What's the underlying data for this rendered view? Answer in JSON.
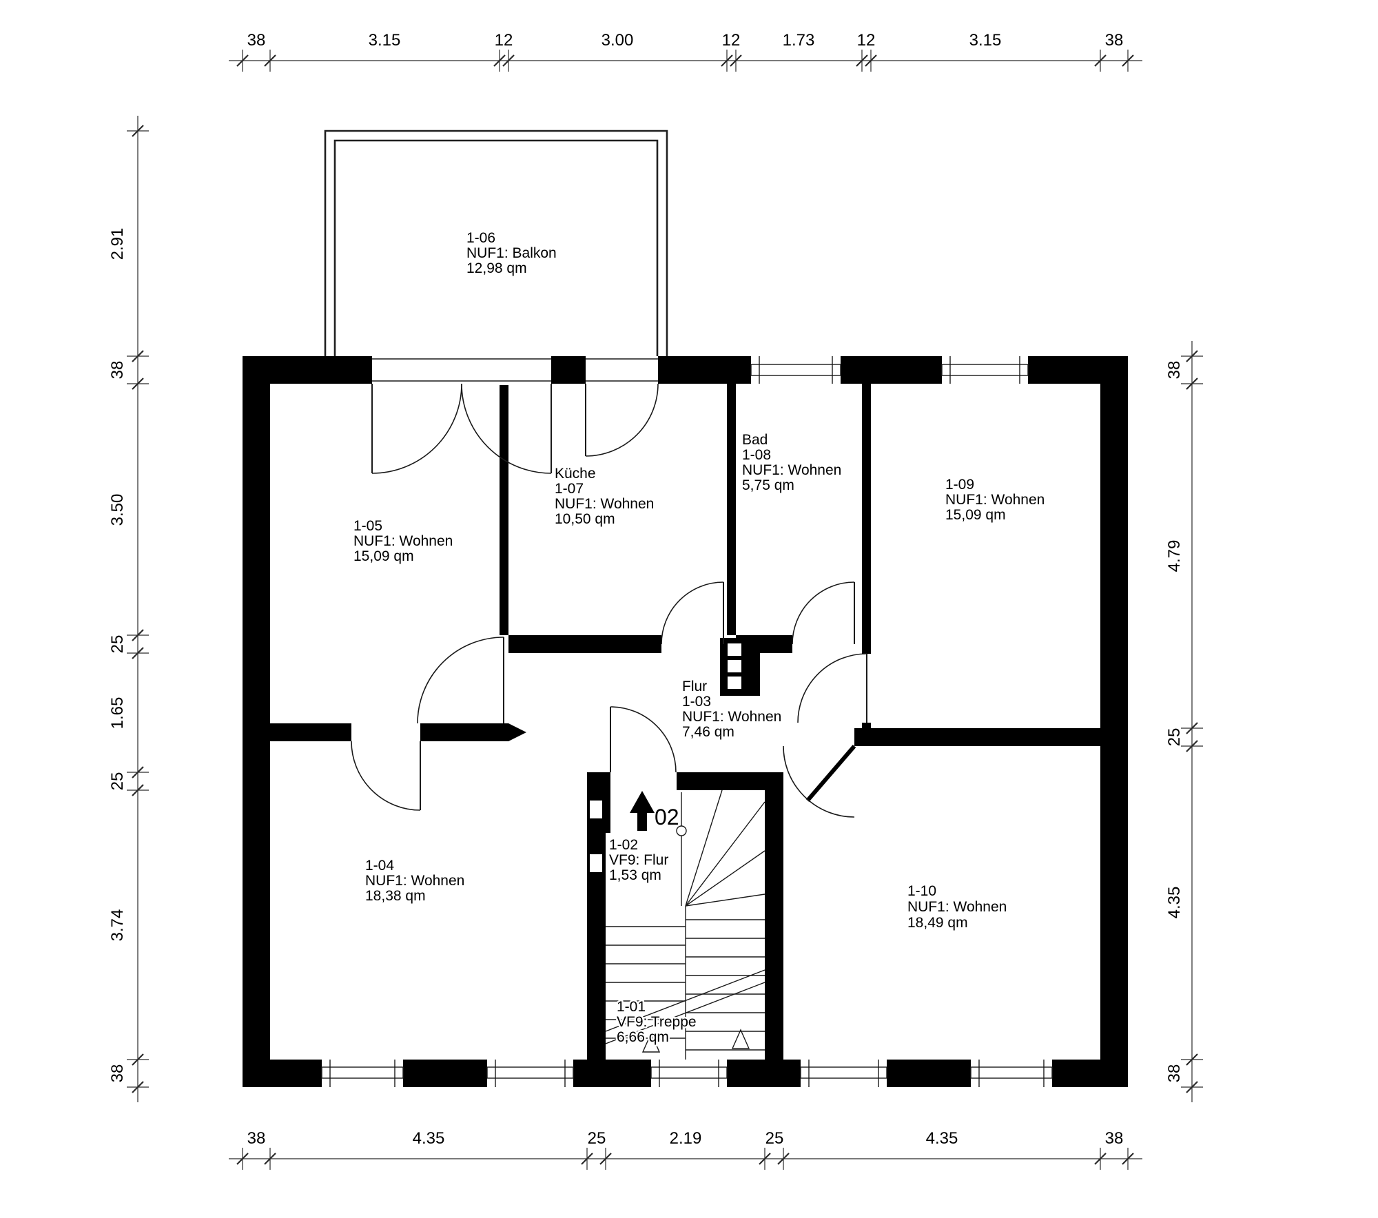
{
  "drawing_type": "floor-plan",
  "colors": {
    "wall": "#000000",
    "line": "#1a1a1a",
    "background": "#ffffff"
  },
  "dimensions": {
    "top": [
      "38",
      "3.15",
      "12",
      "3.00",
      "12",
      "1.73",
      "12",
      "3.15",
      "38"
    ],
    "bottom": [
      "38",
      "4.35",
      "25",
      "2.19",
      "25",
      "4.35",
      "38"
    ],
    "left": [
      "2.91",
      "38",
      "3.50",
      "25",
      "1.65",
      "25",
      "3.74",
      "38"
    ],
    "right": [
      "38",
      "4.79",
      "25",
      "4.35",
      "38"
    ]
  },
  "rooms": {
    "balkon": {
      "lines": [
        "1-06",
        "NUF1: Balkon",
        "12,98 qm"
      ]
    },
    "wohnen_105": {
      "lines": [
        "1-05",
        "NUF1: Wohnen",
        "15,09 qm"
      ]
    },
    "kueche": {
      "lines": [
        "Küche",
        "1-07",
        "NUF1: Wohnen",
        "10,50 qm"
      ]
    },
    "bad": {
      "lines": [
        "Bad",
        "1-08",
        "NUF1: Wohnen",
        "5,75 qm"
      ]
    },
    "wohnen_109": {
      "lines": [
        "1-09",
        "NUF1: Wohnen",
        "15,09 qm"
      ]
    },
    "flur": {
      "lines": [
        "Flur",
        "1-03",
        "NUF1: Wohnen",
        "7,46 qm"
      ]
    },
    "wohnen_104": {
      "lines": [
        "1-04",
        "NUF1: Wohnen",
        "18,38 qm"
      ]
    },
    "flur_102": {
      "lines": [
        "1-02",
        "VF9: Flur",
        "1,53 qm"
      ]
    },
    "treppe": {
      "lines": [
        "1-01",
        "VF9: Treppe",
        "6,66 qm"
      ]
    },
    "wohnen_110": {
      "lines": [
        "1-10",
        "NUF1: Wohnen",
        "18,49 qm"
      ]
    }
  },
  "stair": {
    "level_label": "02"
  }
}
